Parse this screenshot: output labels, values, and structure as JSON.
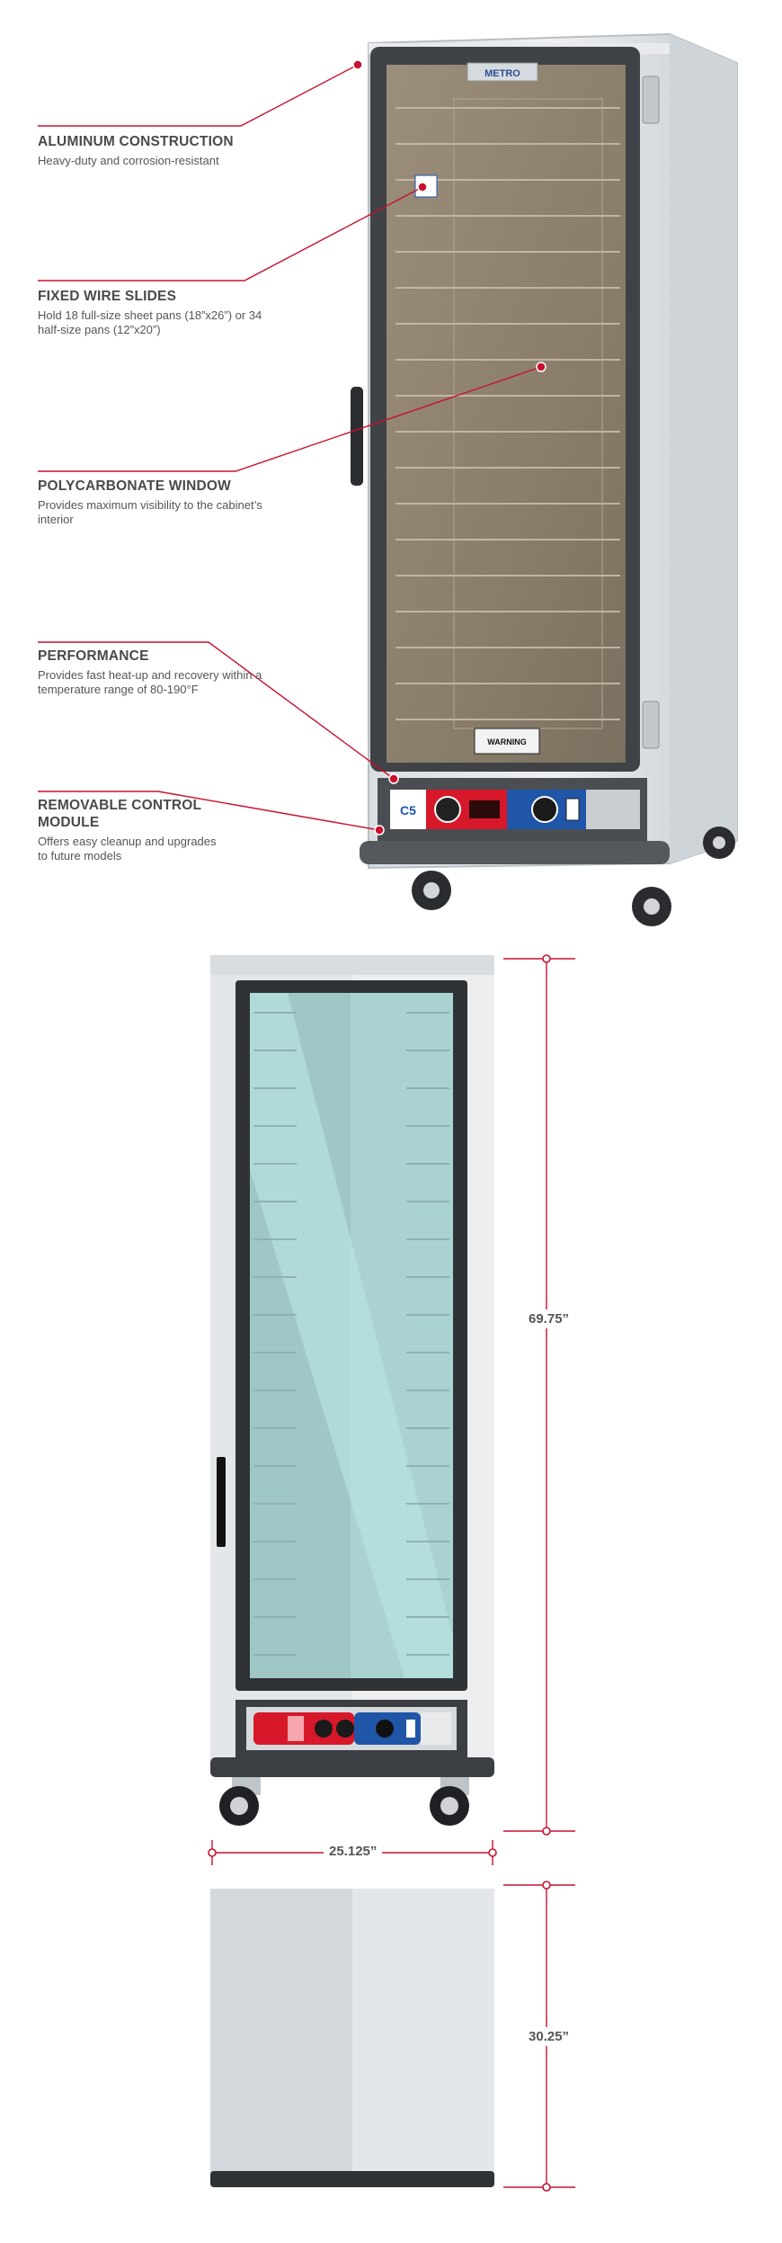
{
  "features": [
    {
      "title": "ALUMINUM CONSTRUCTION",
      "desc": "Heavy-duty and corrosion-resistant"
    },
    {
      "title": "FIXED WIRE SLIDES",
      "desc": "Hold 18 full-size sheet pans (18”x26”) or 34 half-size pans (12”x20”)"
    },
    {
      "title": "POLYCARBONATE WINDOW",
      "desc": "Provides maximum visibility to the cabinet’s interior"
    },
    {
      "title": "PERFORMANCE",
      "desc": "Provides fast heat-up and recovery within a temperature range of 80-190°F"
    },
    {
      "title": "REMOVABLE CONTROL MODULE",
      "desc": "Offers easy cleanup and upgrades to future models"
    }
  ],
  "product_labels": {
    "brand_badge": "C5",
    "top_plate": "METRO",
    "warning": "WARNING"
  },
  "dimensions": {
    "height": "69.75”",
    "width": "25.125”",
    "depth": "30.25”"
  },
  "colors": {
    "callout_line": "#c8102e",
    "control_red": "#d7182a",
    "control_blue": "#1f56a8",
    "cabinet_silver": "#e4e7ea",
    "glass_tint": "#8c7f6a"
  }
}
